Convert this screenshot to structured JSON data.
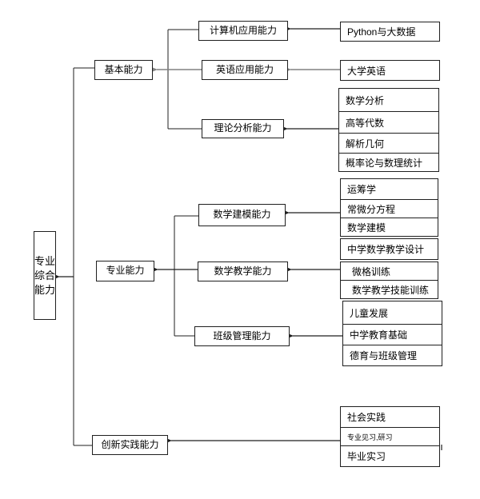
{
  "colors": {
    "line": "#1f1f1f",
    "lineGray": "#808080",
    "bg": "#ffffff",
    "text": "#000000"
  },
  "abilities": {
    "root": "专业综合能力",
    "basic": "基本能力",
    "professional": "专业能力",
    "innovation": "创新实践能力",
    "computer": "计算机应用能力",
    "english": "英语应用能力",
    "theory": "理论分析能力",
    "modeling": "数学建模能力",
    "teaching": "数学教学能力",
    "class_management": "班级管理能力"
  },
  "courses": {
    "computer": [
      "Python与大数据"
    ],
    "english": [
      "大学英语"
    ],
    "theory": [
      "数学分析",
      "高等代数",
      "解析几何",
      "概率论与数理统计"
    ],
    "modeling": [
      "运筹学",
      "常微分方程",
      "数学建模"
    ],
    "teaching": [
      "中学数学教学设计",
      "微格训练",
      "数学教学技能训练"
    ],
    "class_management": [
      "儿童发展",
      "中学教育基础",
      "德育与班级管理"
    ],
    "innovation": [
      "社会实践",
      "专业见习,研习",
      "毕业实习"
    ]
  },
  "hierarchy": {
    "专业综合能力": {
      "基本能力": {
        "计算机应用能力": [
          "Python与大数据"
        ],
        "英语应用能力": [
          "大学英语"
        ],
        "理论分析能力": [
          "数学分析",
          "高等代数",
          "解析几何",
          "概率论与数理统计"
        ]
      },
      "专业能力": {
        "数学建模能力": [
          "运筹学",
          "常微分方程",
          "数学建模"
        ],
        "数学教学能力": [
          "中学数学教学设计",
          "微格训练",
          "数学教学技能训练"
        ],
        "班级管理能力": [
          "儿童发展",
          "中学教育基础",
          "德育与班级管理"
        ]
      },
      "创新实践能力": [
        "社会实践",
        "专业见习,研习",
        "毕业实习"
      ]
    }
  }
}
